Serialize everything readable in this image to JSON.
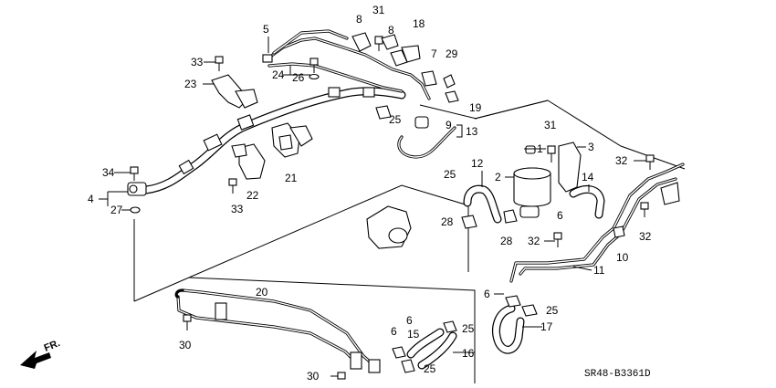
{
  "diagram": {
    "code": "SR48-B3361D",
    "direction_label": "FR.",
    "callouts": [
      "1",
      "2",
      "3",
      "4",
      "5",
      "6",
      "6",
      "6",
      "6",
      "7",
      "8",
      "8",
      "9",
      "10",
      "11",
      "12",
      "13",
      "14",
      "15",
      "16",
      "17",
      "18",
      "19",
      "20",
      "21",
      "22",
      "23",
      "24",
      "25",
      "25",
      "25",
      "25",
      "25",
      "26",
      "27",
      "28",
      "28",
      "29",
      "30",
      "30",
      "31",
      "31",
      "32",
      "32",
      "32",
      "33",
      "33",
      "34"
    ]
  }
}
